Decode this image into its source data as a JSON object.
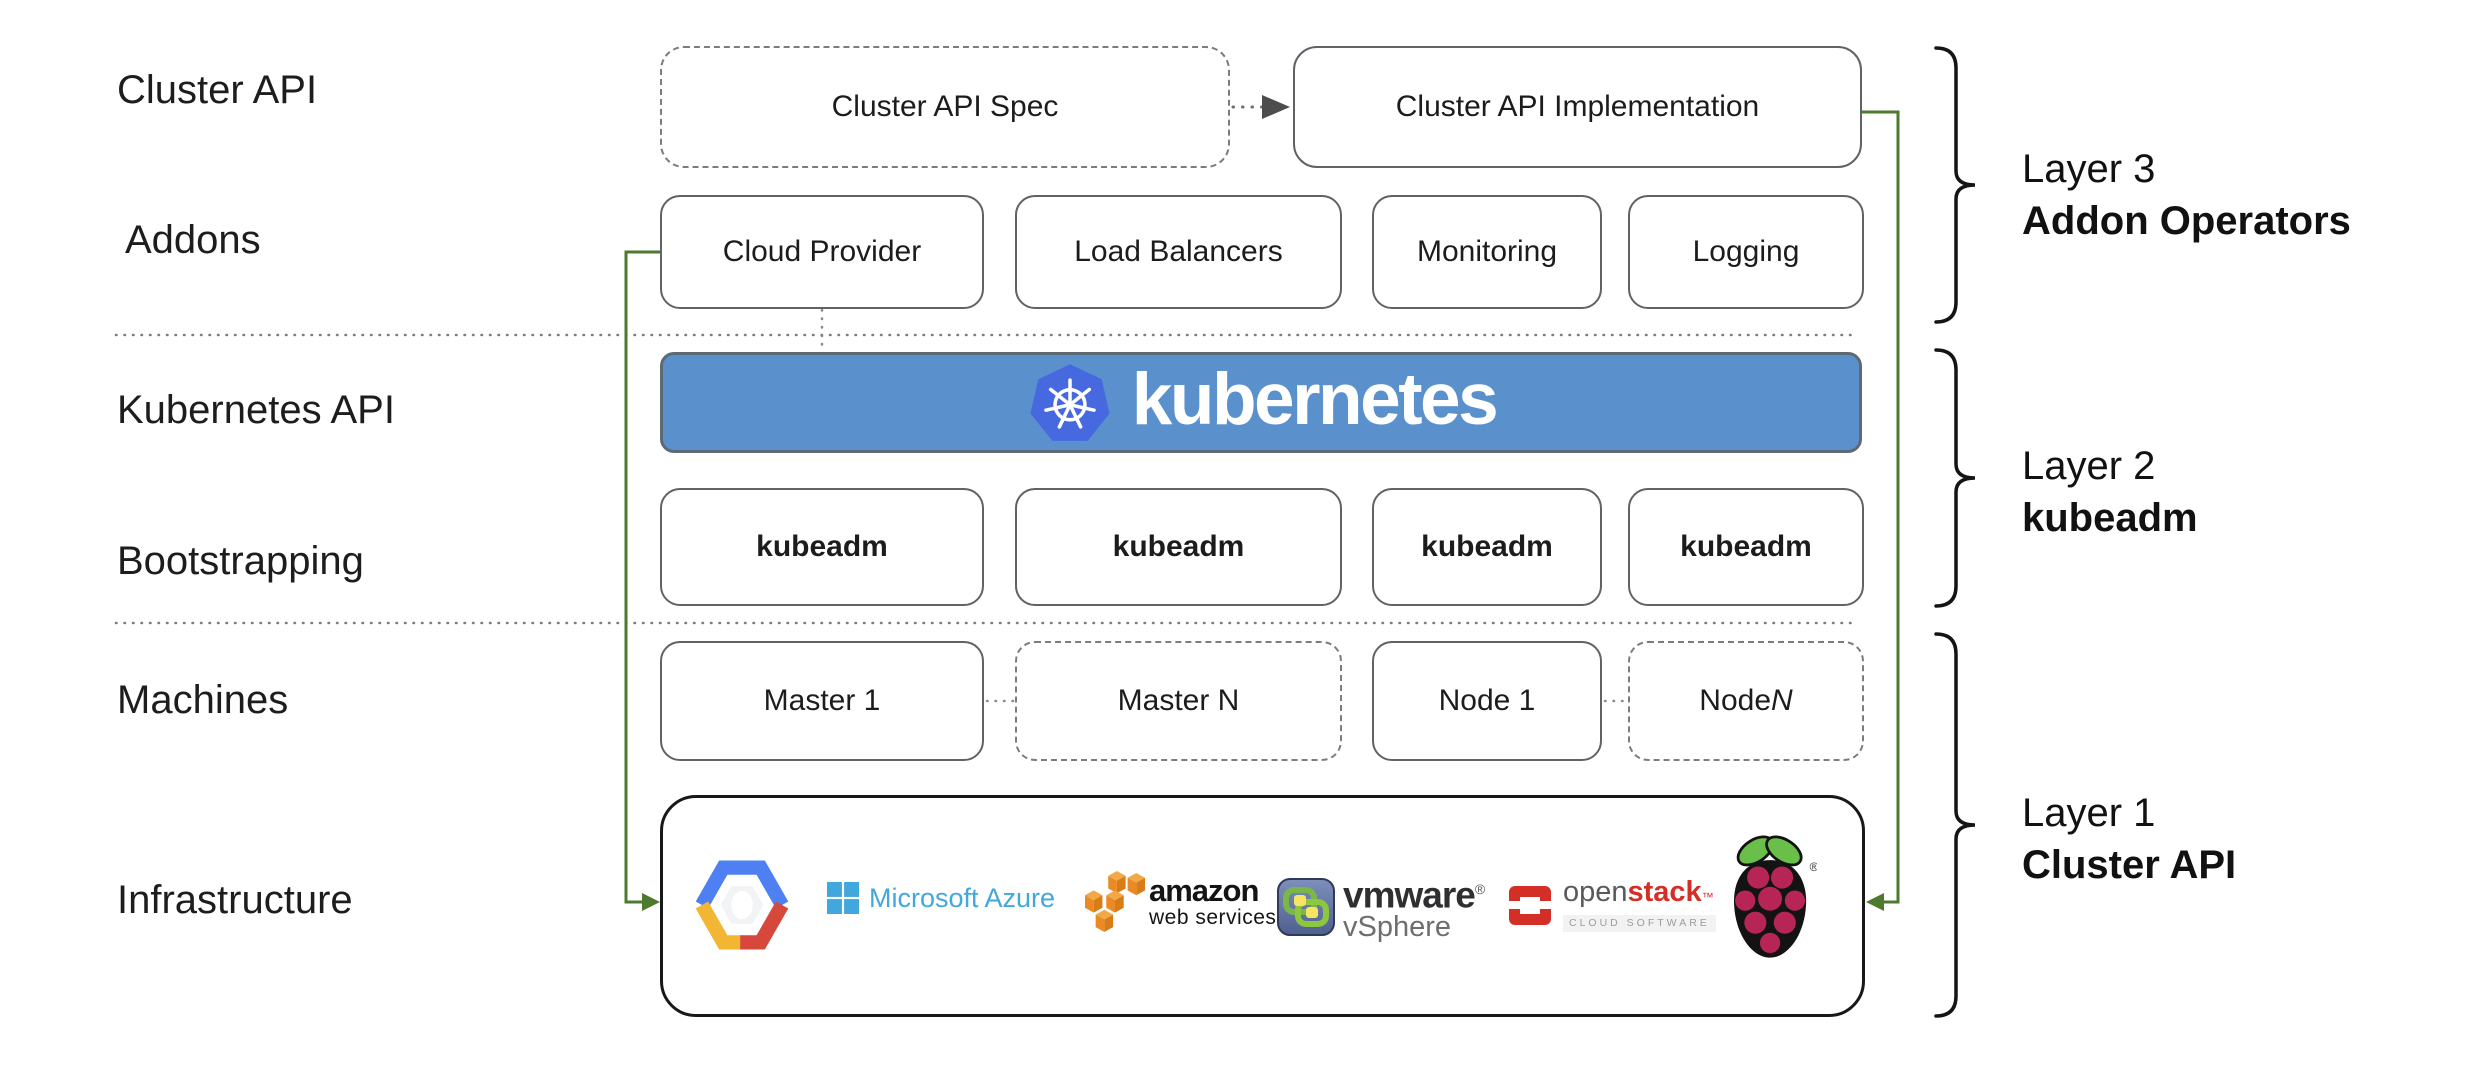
{
  "diagram": {
    "row_labels": [
      {
        "label": "Cluster API"
      },
      {
        "label": "Addons"
      },
      {
        "label": "Kubernetes API"
      },
      {
        "label": "Bootstrapping"
      },
      {
        "label": "Machines"
      },
      {
        "label": "Infrastructure"
      }
    ],
    "cluster_api_row": {
      "spec": "Cluster API Spec",
      "implementation": "Cluster API Implementation"
    },
    "addons_row": {
      "items": [
        {
          "label": "Cloud Provider"
        },
        {
          "label": "Load Balancers"
        },
        {
          "label": "Monitoring"
        },
        {
          "label": "Logging"
        }
      ]
    },
    "kubernetes_banner": {
      "icon": "kubernetes-wheel-logo",
      "wordmark": "kubernetes"
    },
    "bootstrapping_row": {
      "items": [
        {
          "label": "kubeadm"
        },
        {
          "label": "kubeadm"
        },
        {
          "label": "kubeadm"
        },
        {
          "label": "kubeadm"
        }
      ]
    },
    "machines_row": {
      "items": [
        {
          "text": "Master 1",
          "italic_suffix": ""
        },
        {
          "text": "Master N",
          "italic_suffix": ""
        },
        {
          "text": "Node 1",
          "italic_suffix": ""
        },
        {
          "text": "Node ",
          "italic_suffix": "N"
        }
      ]
    },
    "infrastructure_row": {
      "providers": {
        "google_cloud": {
          "icon": "google-cloud-logo"
        },
        "azure": {
          "icon": "microsoft-azure-logo",
          "wordmark": "Microsoft Azure"
        },
        "aws": {
          "icon": "amazon-web-services-logo",
          "wordmark": "amazon",
          "tagline": "web services"
        },
        "vmware": {
          "icon": "vmware-vsphere-logo",
          "wordmark": "vmware",
          "registered": "®",
          "product": "vSphere"
        },
        "openstack": {
          "icon": "openstack-logo",
          "word_light": "open",
          "word_bold": "stack",
          "trademark": "™",
          "tagline": "CLOUD SOFTWARE"
        },
        "raspberry_pi": {
          "icon": "raspberry-pi-logo",
          "registered": "®"
        }
      }
    },
    "layer_labels": [
      {
        "line1": "Layer 3",
        "line2": "Addon Operators"
      },
      {
        "line1": "Layer 2",
        "line2": "kubeadm"
      },
      {
        "line1": "Layer 1",
        "line2": "Cluster API"
      }
    ],
    "colors": {
      "banner_blue": "#5a91cd",
      "kubernetes_logo_blue": "#4769e0",
      "connector_green": "#4d7a2e",
      "box_border_gray": "#5f6368",
      "azure_blue": "#41a8dd",
      "aws_orange": "#e98a24",
      "openstack_red": "#d32f27",
      "raspberry_red": "#b72556",
      "raspberry_leaf_green": "#6abf4b"
    }
  }
}
